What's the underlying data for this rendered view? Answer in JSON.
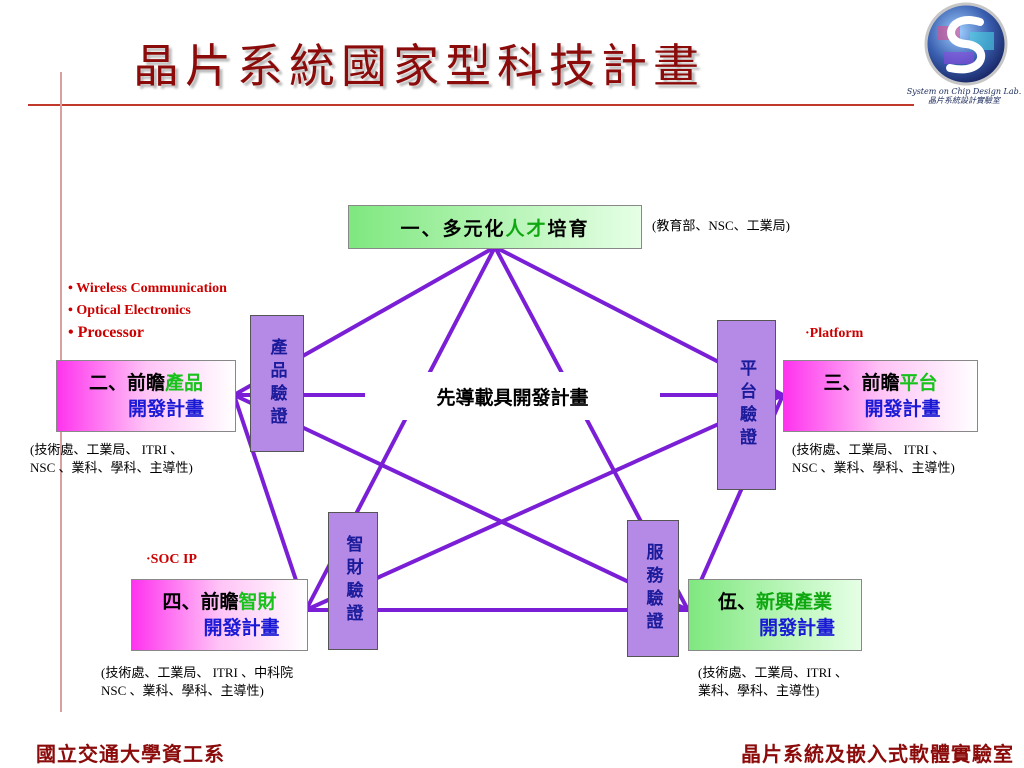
{
  "title": "晶片系統國家型科技計畫",
  "logo": {
    "caption_en": "System on Chip Design Lab.",
    "caption_zh": "晶片系統設計實驗室"
  },
  "center_label": "先導載具開發計畫",
  "node1": {
    "prefix": "一、多元化",
    "highlight": "人才",
    "suffix": "培育",
    "note": "(教育部、NSC、工業局)"
  },
  "node2": {
    "prefix": "二、前瞻",
    "highlight": "產品",
    "line2": "開發計畫",
    "note_line1": "(技術處、工業局、 ITRI 、",
    "note_line2": "NSC 、業科、學科、主導性)"
  },
  "node3": {
    "prefix": "三、前瞻",
    "highlight": "平台",
    "line2": "開發計畫",
    "note_line1": "(技術處、工業局、 ITRI 、",
    "note_line2": "NSC 、業科、學科、主導性)"
  },
  "node4": {
    "prefix": "四、前瞻",
    "highlight": "智財",
    "line2": "開發計畫",
    "note_line1": "(技術處、工業局、 ITRI 、中科院",
    "note_line2": "NSC 、業科、學科、主導性)"
  },
  "node5": {
    "prefix": "伍、",
    "highlight": "新興產業",
    "line2": "開發計畫",
    "note_line1": "(技術處、工業局、ITRI 、",
    "note_line2": "業科、學科、主導性)"
  },
  "verify": {
    "product": "產品驗證",
    "platform": "平台驗證",
    "ip": "智財驗證",
    "service": "服務驗證"
  },
  "bullets": [
    "• Wireless Communication",
    "• Optical   Electronics",
    "• Processor"
  ],
  "platform_note": "·Platform",
  "soc_note": "·SOC IP",
  "footer": {
    "left": "國立交通大學資工系",
    "right": "晶片系統及嵌入式軟體實驗室"
  },
  "colors": {
    "title": "#8b0a0a",
    "line": "#7a1fd6",
    "verify_box": "#b58ae6",
    "accent_red": "#cc0000"
  }
}
